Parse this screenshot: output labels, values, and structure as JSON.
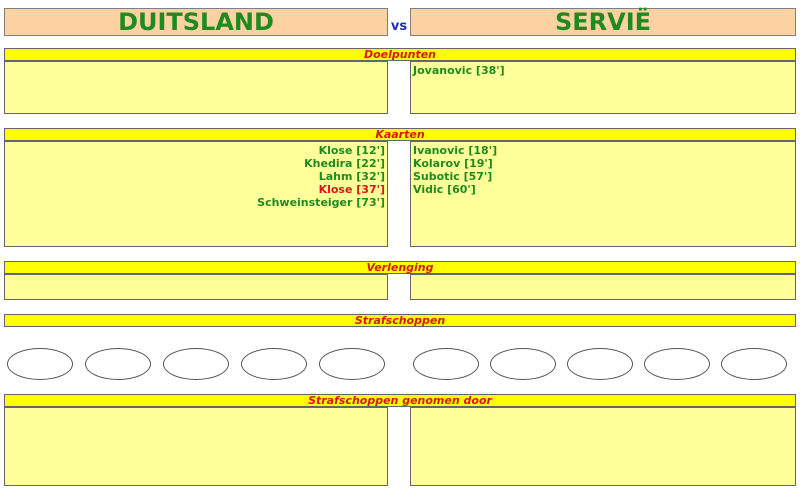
{
  "match": {
    "home": "DUITSLAND",
    "away": "SERVIË",
    "vs": "vs"
  },
  "sections": {
    "goals_title": "Doelpunten",
    "cards_title": "Kaarten",
    "extra_time_title": "Verlenging",
    "penalties_title": "Strafschoppen",
    "penalty_takers_title": "Strafschoppen genomen door"
  },
  "goals": {
    "home": [],
    "away": [
      {
        "text": "Jovanovic [38']",
        "color": "#1f8a1f"
      }
    ]
  },
  "cards": {
    "home": [
      {
        "text": "Klose [12']",
        "color": "#1f8a1f"
      },
      {
        "text": "Khedira [22']",
        "color": "#1f8a1f"
      },
      {
        "text": "Lahm [32']",
        "color": "#1f8a1f"
      },
      {
        "text": "Klose [37']",
        "color": "#d81818"
      },
      {
        "text": "Schweinsteiger [73']",
        "color": "#1f8a1f"
      }
    ],
    "away": [
      {
        "text": "Ivanovic [18']",
        "color": "#1f8a1f"
      },
      {
        "text": "Kolarov [19']",
        "color": "#1f8a1f"
      },
      {
        "text": "Subotic [57']",
        "color": "#1f8a1f"
      },
      {
        "text": "Vidic [60']",
        "color": "#1f8a1f"
      }
    ]
  },
  "penalty_slots": {
    "home": 5,
    "away": 5
  }
}
